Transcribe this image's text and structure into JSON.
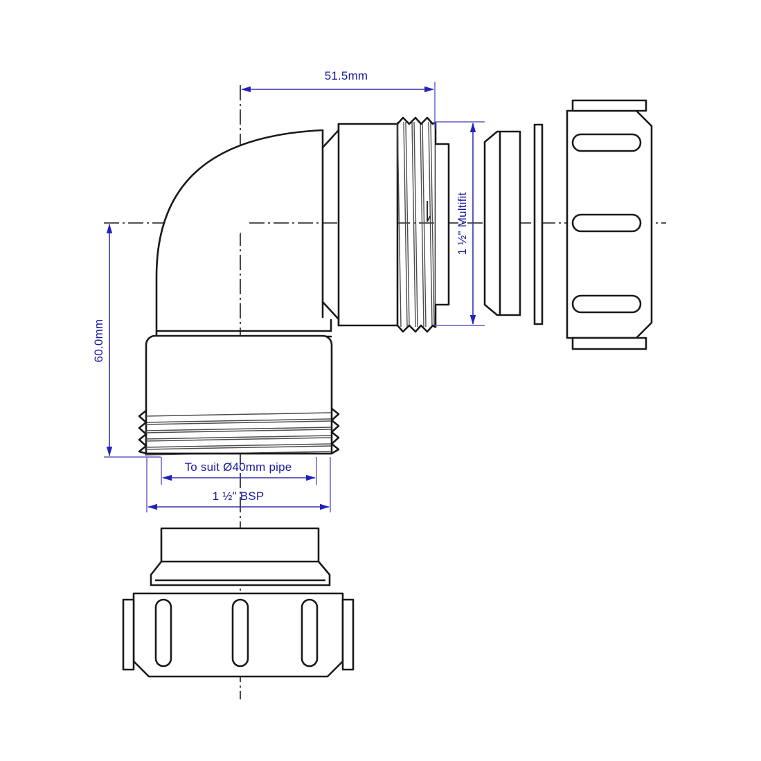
{
  "drawing": {
    "title": "1 1/2\" BSP Male x 1 1/2\" Multifit 90 Degree Bend Pipe Fitting",
    "type": "engineering-exploded-assembly",
    "background_color": "#ffffff",
    "line_color": "#1a1a1a",
    "dimension_color": "#3333aa",
    "dimension_text_color": "#1a1aa0",
    "centerline_color": "#1a1a1a"
  },
  "dimensions": {
    "top": {
      "label": "51.5mm",
      "name": "horizontal-outlet-length",
      "orientation": "horizontal",
      "value": 51.5,
      "unit": "mm"
    },
    "left": {
      "label": "60.0mm",
      "name": "vertical-centre-to-end",
      "orientation": "vertical",
      "value": 60.0,
      "unit": "mm"
    },
    "right": {
      "label": "1 ½\" Multifit",
      "name": "multifit-thread-size",
      "orientation": "vertical",
      "value": "1 1/2",
      "unit": "inch"
    },
    "bottom_inner": {
      "label": "To suit Ø40mm pipe",
      "name": "pipe-bore-note",
      "orientation": "horizontal",
      "value": 40,
      "unit": "mm"
    },
    "bottom_outer": {
      "label": "1 ½\" BSP",
      "name": "bsp-thread-size",
      "orientation": "horizontal",
      "value": "1 1/2",
      "unit": "inch"
    }
  },
  "components": [
    {
      "name": "elbow-body",
      "label": "90° elbow body",
      "position": "centre-left"
    },
    {
      "name": "multifit-male-thread",
      "label": "1 1/2\" Multifit male thread",
      "position": "right-of-elbow"
    },
    {
      "name": "multifit-cone-washer",
      "label": "Cone seal washer",
      "position": "right"
    },
    {
      "name": "multifit-flat-washer",
      "label": "Flat washer",
      "position": "right"
    },
    {
      "name": "multifit-nut",
      "label": "Multifit compression nut",
      "position": "far-right"
    },
    {
      "name": "bsp-male-thread",
      "label": "1 1/2\" BSP male thread",
      "position": "bottom-of-elbow"
    },
    {
      "name": "bsp-cone-washer",
      "label": "Cone seal washer",
      "position": "bottom"
    },
    {
      "name": "bsp-nut",
      "label": "BSP compression nut",
      "position": "bottom"
    }
  ]
}
